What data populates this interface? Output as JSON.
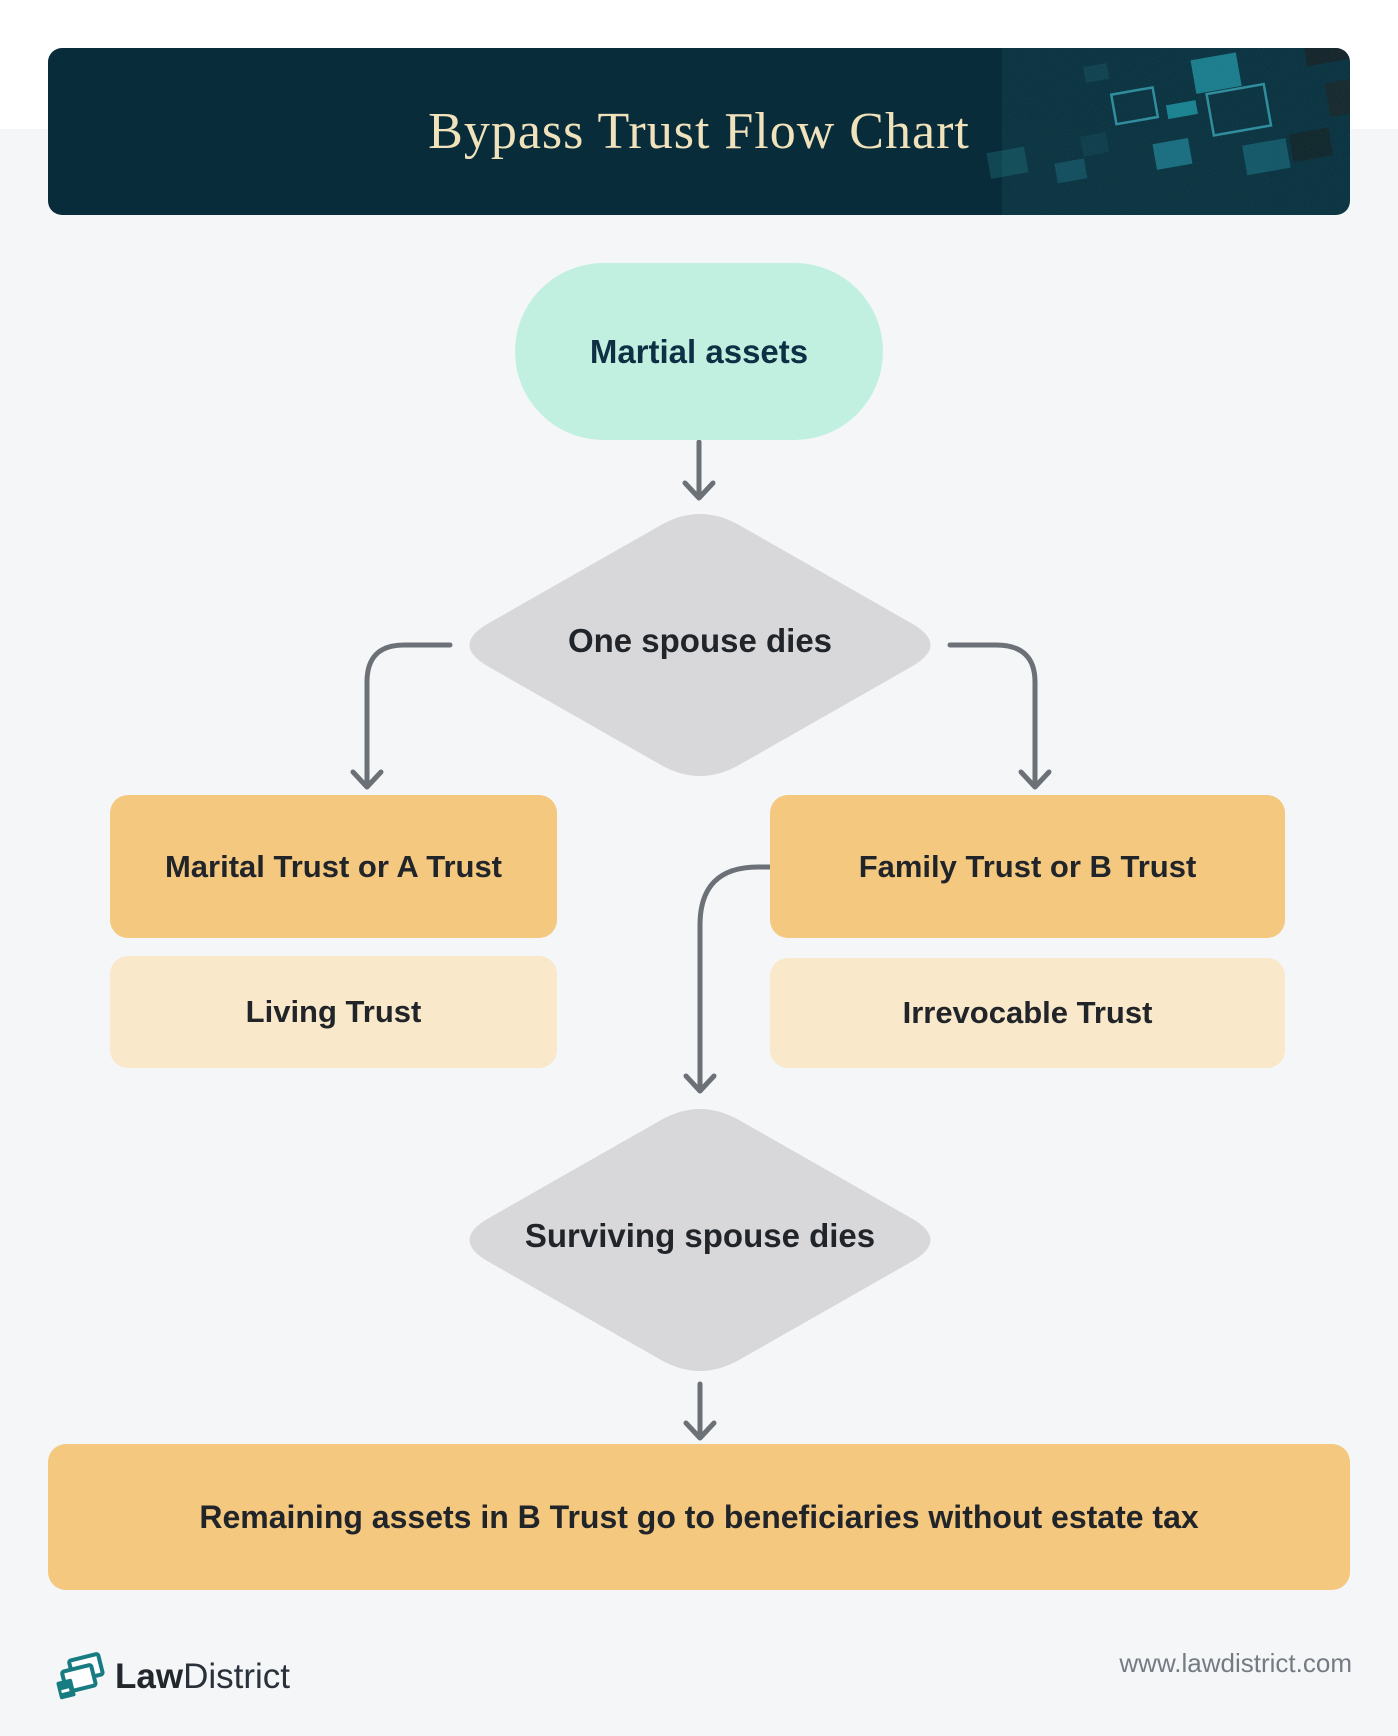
{
  "header": {
    "title": "Bypass Trust Flow Chart"
  },
  "flowchart": {
    "start": {
      "label": "Martial assets",
      "shape": "pill",
      "color": "#c2f0e0"
    },
    "decision_one": {
      "label": "One spouse dies",
      "shape": "diamond",
      "color": "#d8d8da"
    },
    "left_primary": {
      "label": "Marital Trust or A Trust",
      "shape": "box",
      "color": "#f4c87f"
    },
    "left_secondary": {
      "label": "Living Trust",
      "shape": "box",
      "color": "#f9e8ca"
    },
    "right_primary": {
      "label": "Family Trust or B Trust",
      "shape": "box",
      "color": "#f4c87f"
    },
    "right_secondary": {
      "label": "Irrevocable Trust",
      "shape": "box",
      "color": "#f9e8ca"
    },
    "decision_two": {
      "label": "Surviving spouse dies",
      "shape": "diamond",
      "color": "#d8d8da"
    },
    "outcome": {
      "label": "Remaining assets in B Trust go to beneficiaries without estate tax",
      "shape": "box",
      "color": "#f4c87f"
    },
    "edges": [
      {
        "from": "start",
        "to": "decision_one"
      },
      {
        "from": "decision_one",
        "to": "left_primary"
      },
      {
        "from": "decision_one",
        "to": "right_primary"
      },
      {
        "from": "right_primary",
        "to": "decision_two"
      },
      {
        "from": "decision_two",
        "to": "outcome"
      }
    ]
  },
  "footer": {
    "logo_bold": "Law",
    "logo_regular": "District",
    "url": "www.lawdistrict.com"
  },
  "colors": {
    "page_background": "#f5f6f8",
    "header_background": "#092c3a",
    "header_title": "#f0e2bb",
    "start_pill": "#c2f0e0",
    "decision_diamond": "#d8d8da",
    "primary_box": "#f4c87f",
    "secondary_box": "#f9e8ca",
    "arrow": "#6b7177",
    "dark_text": "#212529",
    "pill_text": "#0e3044",
    "logo_teal": "#177c82",
    "url_text": "#747b83"
  }
}
